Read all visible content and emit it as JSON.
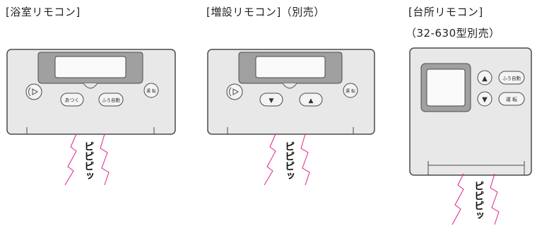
{
  "remotes": [
    {
      "title": "[浴室リモコン]",
      "buttons": {
        "left": "あつく",
        "right": "ふろ自動",
        "side": "運 転"
      },
      "sound": "ピピピッ"
    },
    {
      "title": "[増設リモコン]（別売）",
      "buttons": {
        "left": "▼",
        "right": "▲",
        "side": "運 転"
      },
      "sound": "ピピピッ"
    },
    {
      "title": "[台所リモコン]",
      "subtitle": "（32-630型別売）",
      "buttons": {
        "up": "▲",
        "down": "▼",
        "auto": "ふろ自動",
        "run": "運 転"
      },
      "sound": "ピピピッ"
    }
  ],
  "colors": {
    "body": "#e8e8e8",
    "panel": "#a0a0a0",
    "outline": "#4a4a4a",
    "sound_wave": "#e0208c"
  }
}
